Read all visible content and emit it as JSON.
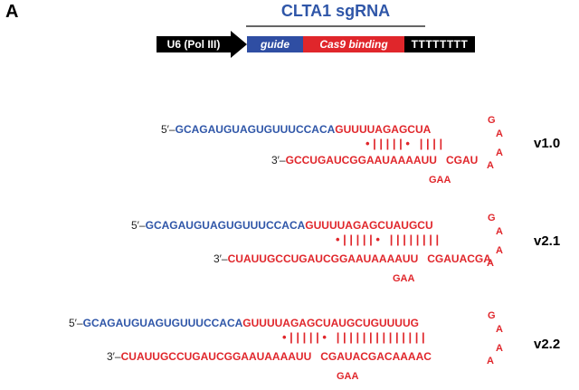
{
  "panel_letter": "A",
  "construct": {
    "title": "CLTA1 sgRNA",
    "segments": {
      "promoter": "U6 (Pol III)",
      "guide": "guide",
      "cas9": "Cas9 binding",
      "terminator": "TTTTTTTT"
    },
    "colors": {
      "guide": "#2f4ea3",
      "cas9": "#e0262b",
      "black": "#000000"
    }
  },
  "variants": [
    {
      "version": "v1.0",
      "top_prime": "5′–",
      "top_guide": "GCAGAUGUAGUGUUUCCACA",
      "top_scaffold": "GUUUUAGAGCUA",
      "pairs": "• | | | | | •   | | | |",
      "bottom_prime": "3′–",
      "bottom_seq": "GCCUGAUCGGAAUAAAAUU   CGAU",
      "bulge": "GAA",
      "loop_top": "G",
      "loop_a1": "A",
      "loop_a2": "A",
      "loop_bottom": "A"
    },
    {
      "version": "v2.1",
      "top_prime": "5′–",
      "top_guide": "GCAGAUGUAGUGUUUCCACA",
      "top_scaffold": "GUUUUAGAGCUAUGCU",
      "pairs": "• | | | | | •   | | | | | | | |",
      "bottom_prime": "3′–",
      "bottom_seq": "CUAUUGCCUGAUCGGAAUAAAAUU   CGAUACGA",
      "bulge": "GAA",
      "loop_top": "G",
      "loop_a1": "A",
      "loop_a2": "A",
      "loop_bottom": "A"
    },
    {
      "version": "v2.2",
      "top_prime": "5′–",
      "top_guide": "GCAGAUGUAGUGUUUCCACA",
      "top_scaffold": "GUUUUAGAGCUAUGCUGUUUUG",
      "pairs": "• | | | | | •   | | | | | | | | | | | | | |",
      "bottom_prime": "3′–",
      "bottom_seq": "CUAUUGCCUGAUCGGAAUAAAAUU   CGAUACGACAAAAC",
      "bulge": "GAA",
      "loop_top": "G",
      "loop_a1": "A",
      "loop_a2": "A",
      "loop_bottom": "A"
    }
  ]
}
